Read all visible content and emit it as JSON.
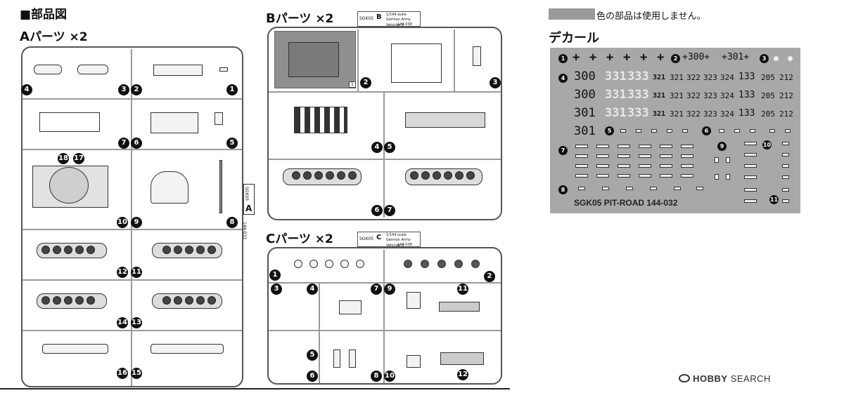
{
  "section_title": "■部品図",
  "sprue_a": {
    "heading_letter": "A",
    "heading_text": "パーツ ×2",
    "side_tab_label": "SGK05",
    "side_tab_letter": "A",
    "side_text": "144-033",
    "part_numbers": [
      "1",
      "2",
      "3",
      "4",
      "5",
      "6",
      "7",
      "8",
      "9",
      "10",
      "11",
      "12",
      "13",
      "14",
      "15",
      "16",
      "17",
      "18"
    ]
  },
  "sprue_b": {
    "heading_letter": "B",
    "heading_text": "パーツ ×2",
    "tab_label": "SGK05",
    "tab_letter": "B",
    "tab_text_1": "1/144 scale",
    "tab_text_2": "German Army Vehicles 2",
    "tab_text_3": "144-038",
    "part_numbers": [
      "2",
      "3",
      "4",
      "5",
      "6",
      "7"
    ],
    "small_label": "1"
  },
  "sprue_c": {
    "heading_letter": "C",
    "heading_text": "パーツ ×2",
    "tab_label": "SGK05",
    "tab_letter": "C",
    "tab_text_1": "1/144 scale",
    "tab_text_2": "German Army Vehicles 2",
    "tab_text_3": "144-038",
    "part_numbers": [
      "1",
      "2",
      "3",
      "4",
      "5",
      "6",
      "7",
      "8",
      "9",
      "10",
      "11",
      "12"
    ]
  },
  "legend": {
    "text": "色の部品は使用しません。",
    "swatch_color": "#9a9a9a"
  },
  "decal": {
    "title": "デカール",
    "crosses": [
      "+",
      "+",
      "+",
      "+",
      "+",
      "+"
    ],
    "plus_300": "+300+",
    "plus_301": "+301+",
    "row1": [
      "300",
      "331",
      "333",
      "321",
      "321",
      "322",
      "323",
      "324",
      "133",
      "205",
      "212"
    ],
    "row2": [
      "300",
      "331",
      "333",
      "321",
      "321",
      "322",
      "323",
      "324",
      "133",
      "205",
      "212"
    ],
    "row3": [
      "301",
      "331",
      "333",
      "321",
      "321",
      "322",
      "323",
      "324",
      "133",
      "205",
      "212"
    ],
    "row4_big": "301",
    "numbers": [
      "1",
      "2",
      "3",
      "4",
      "5",
      "6",
      "7",
      "8",
      "9",
      "10",
      "11"
    ],
    "footer": "SGK05 PIT-ROAD 144-032"
  },
  "watermark": {
    "logo": "HOBBY",
    "text": "SEARCH"
  }
}
